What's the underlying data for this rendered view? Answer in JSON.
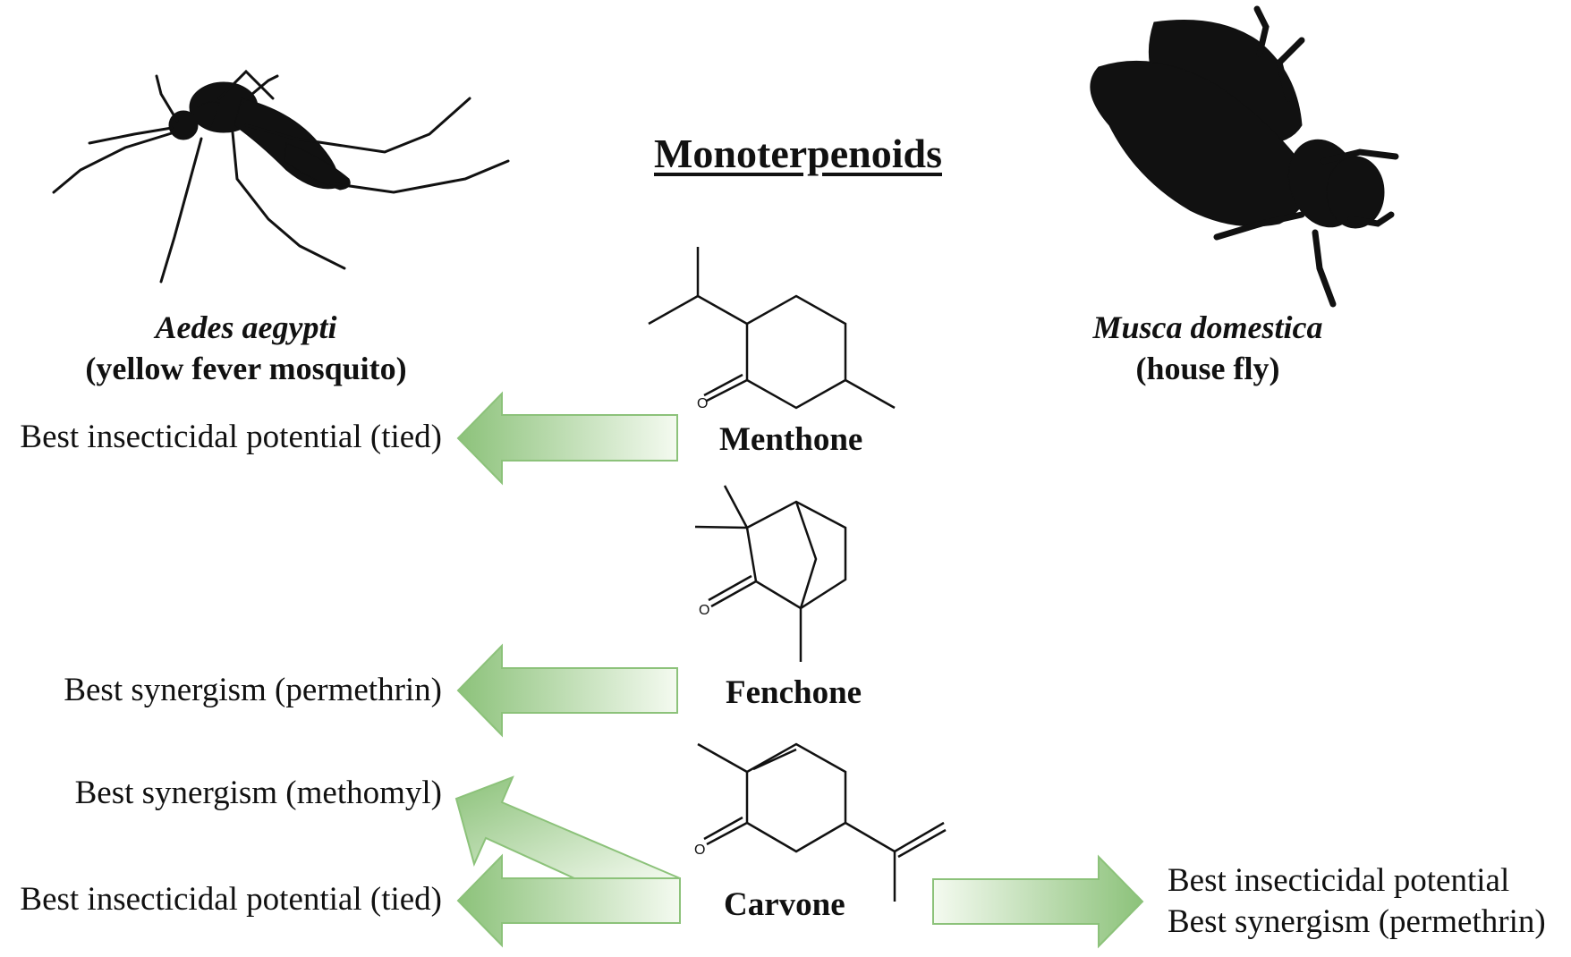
{
  "title": "Monoterpenoids",
  "species": {
    "mosquito": {
      "scientific": "Aedes aegypti",
      "common": "(yellow fever mosquito)",
      "icon": "mosquito-silhouette-icon"
    },
    "fly": {
      "scientific": "Musca domestica",
      "common": "(house fly)",
      "icon": "house-fly-silhouette-icon"
    }
  },
  "compounds": [
    {
      "name": "Menthone",
      "oxygen": "O"
    },
    {
      "name": "Fenchone",
      "oxygen": "O"
    },
    {
      "name": "Carvone",
      "oxygen": "O"
    }
  ],
  "effects": {
    "menthone_mosquito": "Best insecticidal potential (tied)",
    "fenchone_mosquito": "Best synergism (permethrin)",
    "carvone_mosquito_1": "Best synergism (methomyl)",
    "carvone_mosquito_2": "Best insecticidal potential (tied)",
    "carvone_fly": [
      "Best insecticidal potential",
      "Best synergism (permethrin)"
    ]
  },
  "colors": {
    "arrow_fill_dark": "#8cc27a",
    "arrow_fill_light": "#f2f9ee",
    "arrow_stroke": "#8cc27a",
    "silhouette": "#111111"
  }
}
